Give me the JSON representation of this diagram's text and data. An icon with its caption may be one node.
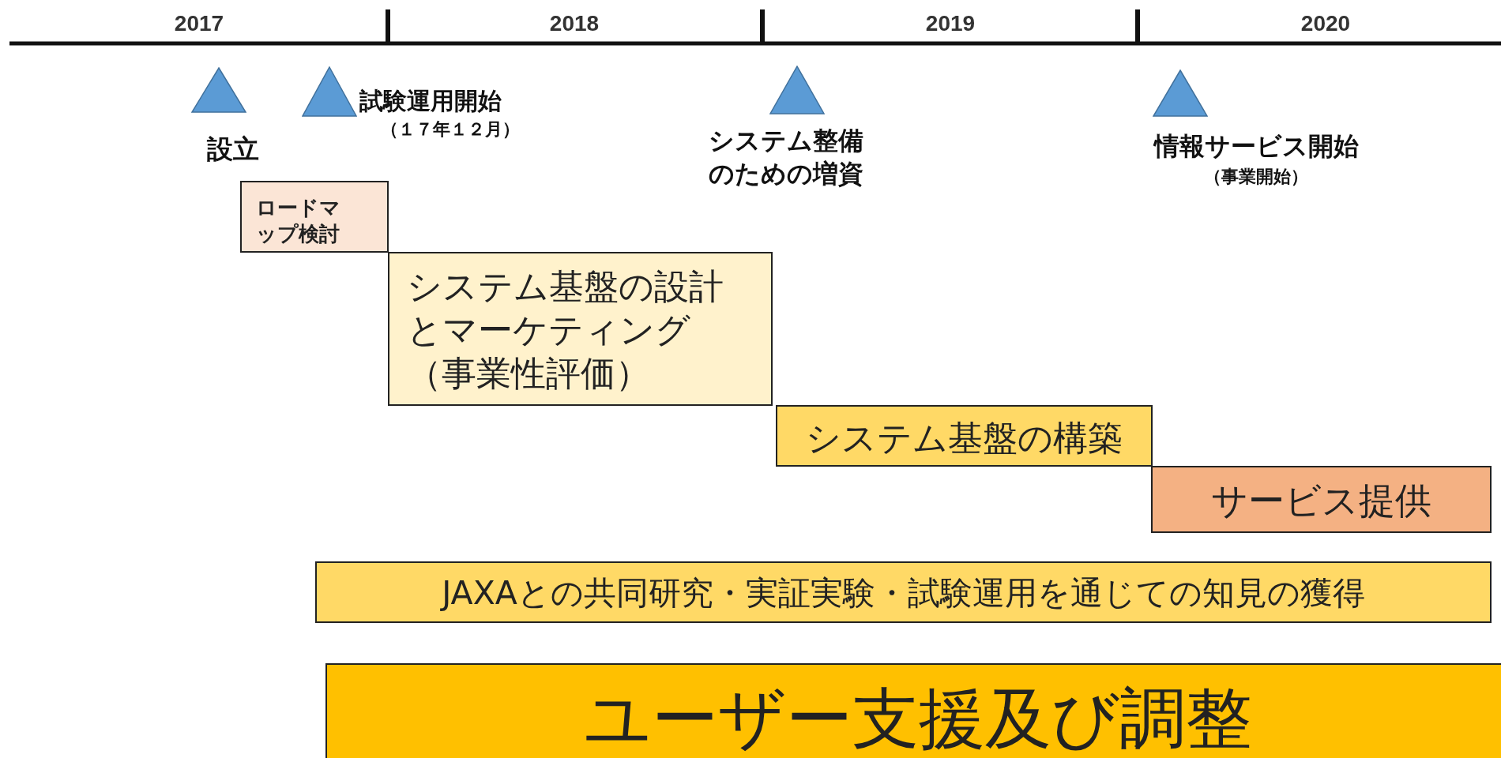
{
  "diagram": {
    "nodes": [
      {
        "text": [
          "設立"
        ]
      },
      {
        "text": [
          "試験運用開始",
          "（１７年１２月）"
        ]
      },
      {
        "text": [
          "システム整備のための増資"
        ]
      },
      {
        "text": [
          "情報サービス開始",
          "（事業開始）"
        ]
      },
      {
        "text": [
          "ロードマップ検討"
        ]
      },
      {
        "text": [
          "システム基盤の設計とマーケティング（事業性評価）"
        ]
      },
      {
        "text": [
          "システム基盤の構築"
        ]
      },
      {
        "text": [
          "サービス提供"
        ]
      },
      {
        "text": [
          "JAXAとの共同研究・実証実験・試験運用を通じての知見の獲得"
        ]
      },
      {
        "text": [
          "ユーザー支援及び調整"
        ]
      }
    ],
    "labels": [
      "2017",
      "2018",
      "2019",
      "2020"
    ]
  }
}
